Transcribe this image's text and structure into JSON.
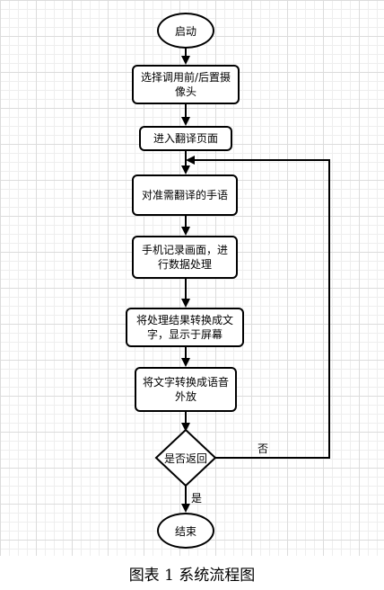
{
  "flowchart": {
    "start": "启动",
    "steps": [
      "选择调用前/后置摄像头",
      "进入翻译页面",
      "对准需翻译的手语",
      "手机记录画面，进行数据处理",
      "将处理结果转换成文字，显示于屏幕",
      "将文字转换成语音外放"
    ],
    "decision": "是否返回",
    "no_label": "否",
    "yes_label": "是",
    "end": "结束"
  },
  "caption": "图表 1 系统流程图"
}
